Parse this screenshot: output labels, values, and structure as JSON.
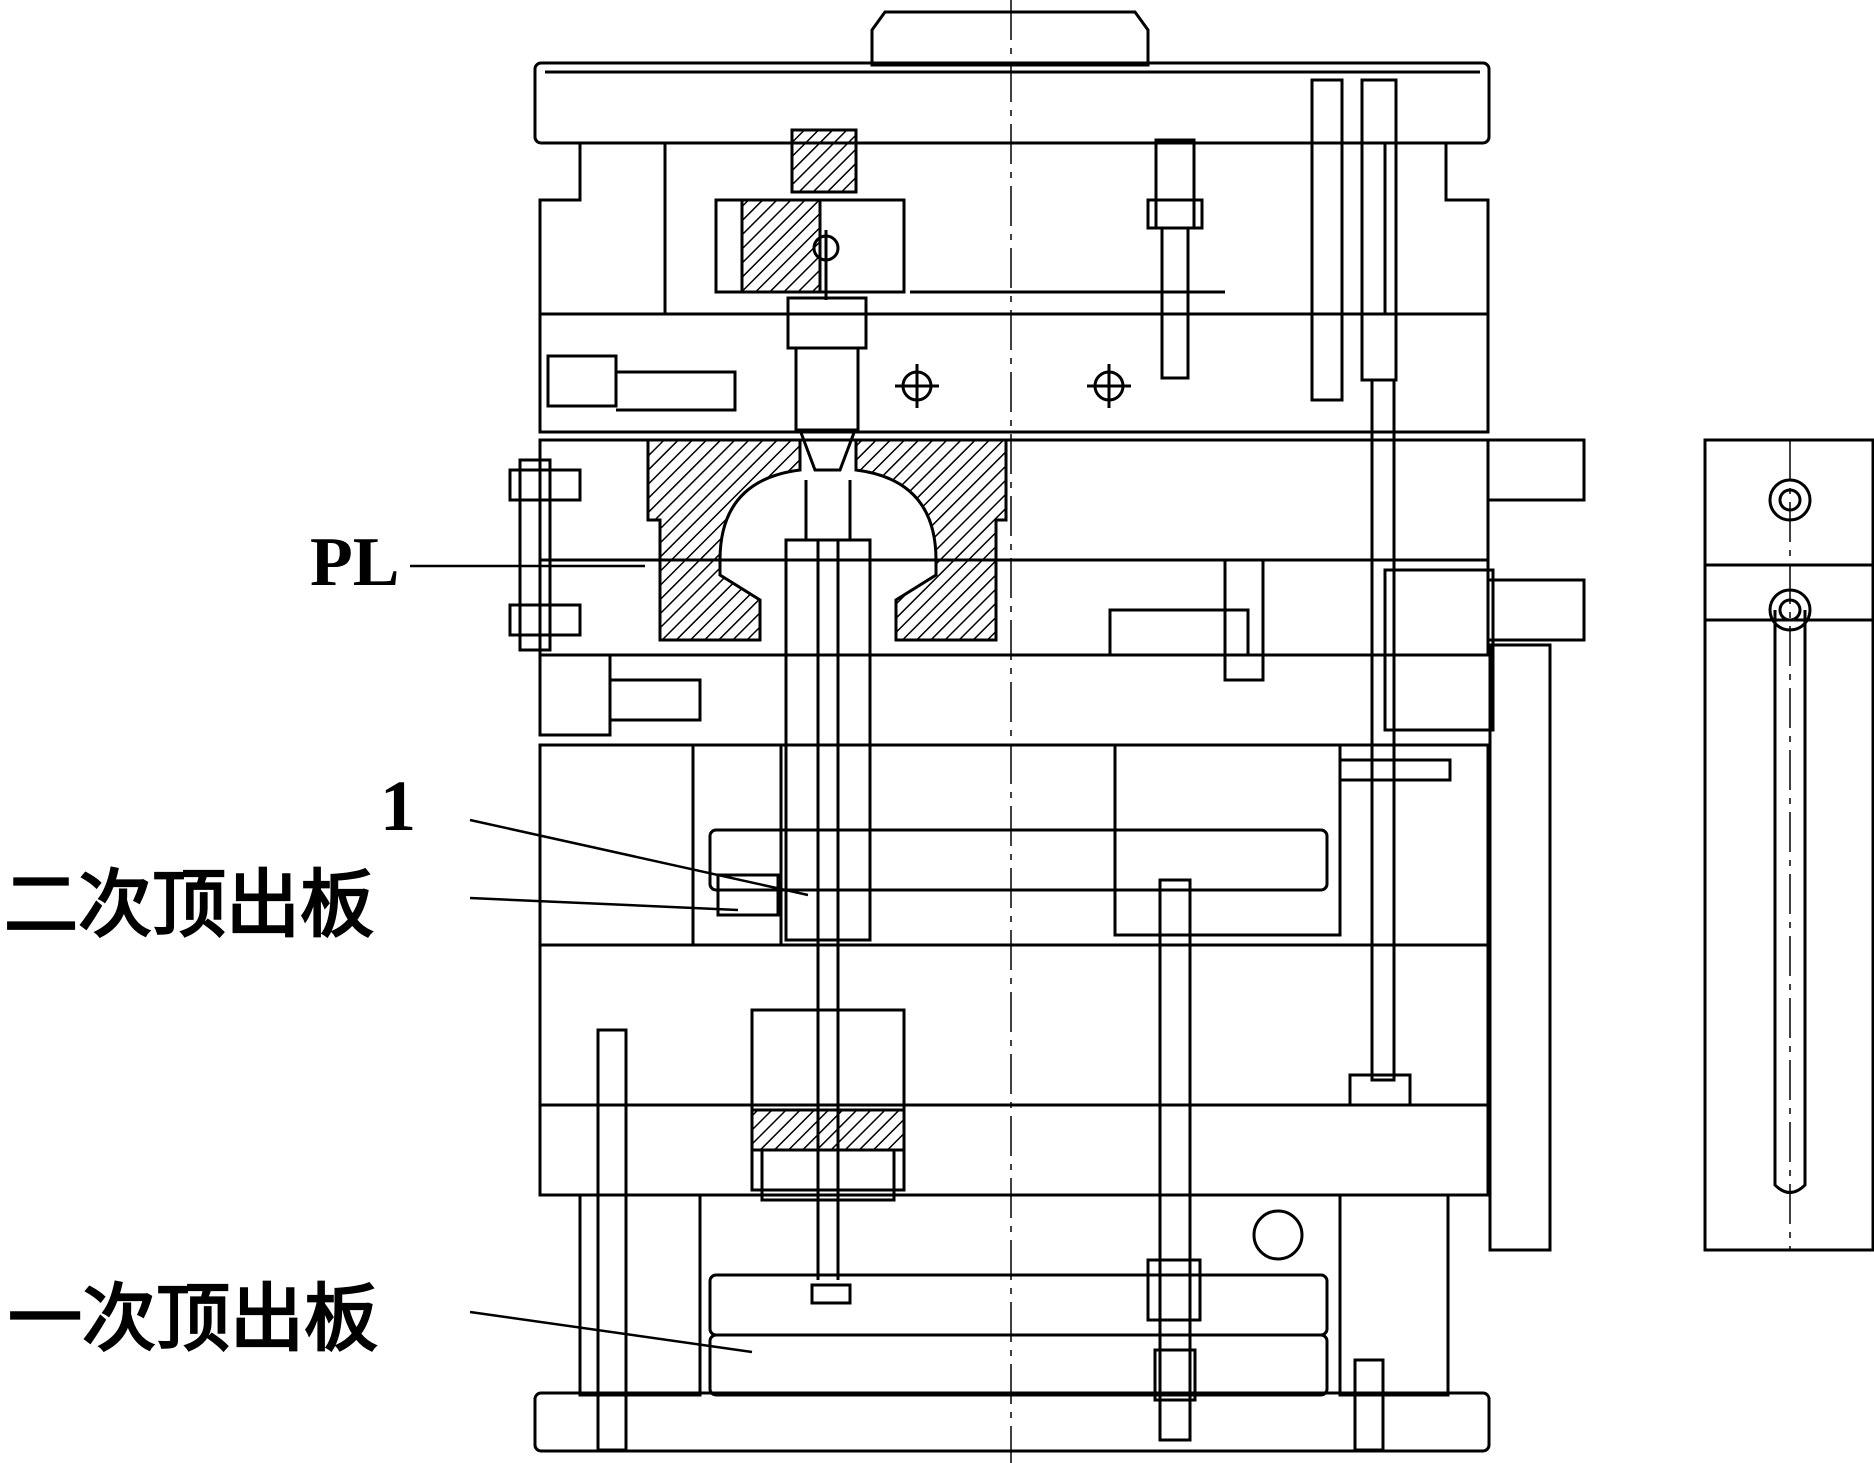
{
  "labels": {
    "parting_line": "PL",
    "part_number": "1",
    "secondary_ejector_plate": "二次顶出板",
    "primary_ejector_plate": "一次顶出板"
  },
  "colors": {
    "line": "#000000",
    "background": "#ffffff"
  }
}
